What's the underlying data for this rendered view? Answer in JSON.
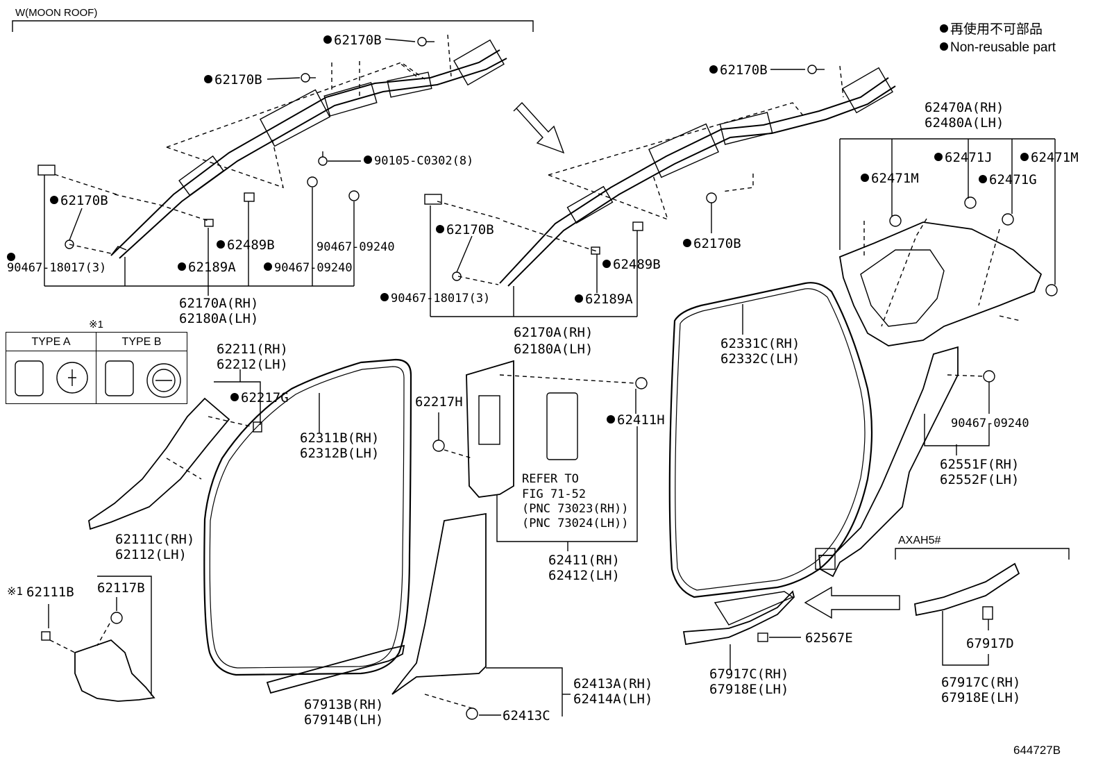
{
  "header": {
    "variant_label": "W(MOON ROOF)",
    "legend": [
      {
        "text": "再使用不可部品"
      },
      {
        "text": "Non-reusable part"
      }
    ],
    "figure_number": "644727B"
  },
  "type_box": {
    "mark": "※1",
    "type_a": "TYPE A",
    "type_b": "TYPE B"
  },
  "left_curtain": {
    "p1": "62170B",
    "p2": "62170B",
    "p3": "90105-C0302(8)",
    "p4": "62170B",
    "p5": "62489B",
    "p6": "90467-09240",
    "p7": "90467-18017(3)",
    "p8": "62189A",
    "p9": "90467-09240",
    "assy_rh": "62170A(RH)",
    "assy_lh": "62180A(LH)"
  },
  "right_curtain": {
    "p1": "62170B",
    "p2": "62170B",
    "p3": "62170B",
    "p4": "62489B",
    "p5": "90467-18017(3)",
    "p6": "62189A",
    "assy_rh": "62170A(RH)",
    "assy_lh": "62180A(LH)"
  },
  "quarter_trim": {
    "assy_rh": "62470A(RH)",
    "assy_lh": "62480A(LH)",
    "p1": "62471J",
    "p2": "62471M",
    "p3": "62471M",
    "p4": "62471G"
  },
  "front_pillar": {
    "assy_rh": "62211(RH)",
    "assy_lh": "62212(LH)",
    "clip": "62217G"
  },
  "front_weatherstrip": {
    "rh": "62311B(RH)",
    "lh": "62312B(LH)"
  },
  "center_pillar_upper": {
    "clip": "62217H",
    "clip2": "62411H",
    "refer1": "REFER TO",
    "refer2": "FIG 71-52",
    "refer3": "(PNC 73023(RH))",
    "refer4": "(PNC 73024(LH))",
    "assy_rh": "62411(RH)",
    "assy_lh": "62412(LH)"
  },
  "rear_weatherstrip": {
    "rh": "62331C(RH)",
    "lh": "62332C(LH)"
  },
  "rear_pillar_lower": {
    "clip": "90467-09240",
    "assy_rh": "62551F(RH)",
    "assy_lh": "62552F(LH)"
  },
  "cowl_side": {
    "assy_rh": "62111C(RH)",
    "assy_lh": "62112(LH)",
    "clip": "62117B",
    "mark": "※1",
    "part": "62111B"
  },
  "front_scuff": {
    "rh": "67913B(RH)",
    "lh": "67914B(LH)"
  },
  "center_pillar_lower": {
    "assy_rh": "62413A(RH)",
    "assy_lh": "62414A(LH)",
    "clip": "62413C"
  },
  "rear_scuff": {
    "rh": "67917C(RH)",
    "lh": "67918E(LH)",
    "clip": "62567E"
  },
  "axah": {
    "variant": "AXAH5#",
    "clip": "67917D",
    "rh": "67917C(RH)",
    "lh": "67918E(LH)"
  }
}
